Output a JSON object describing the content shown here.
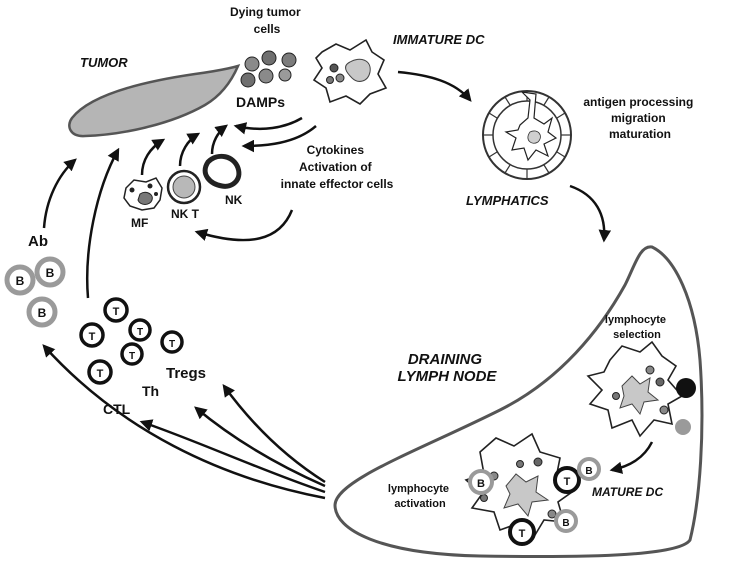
{
  "labels": {
    "tumor": "TUMOR",
    "dying_tumor_cells_1": "Dying tumor",
    "dying_tumor_cells_2": "cells",
    "damps": "DAMPs",
    "immature_dc": "IMMATURE DC",
    "antigen_processing": "antigen processing",
    "migration": "migration",
    "maturation": "maturation",
    "cytokines": "Cytokines",
    "activation_of": "Activation of",
    "innate_effector_cells": "innate effector cells",
    "lymphatics": "LYMPHATICS",
    "mf": "MF",
    "nk_t": "NK T",
    "nk": "NK",
    "ab": "Ab",
    "b_cell": "B",
    "t_cell": "T",
    "tregs": "Tregs",
    "th": "Th",
    "ctl": "CTL",
    "draining_lymph_node_1": "DRAINING",
    "draining_lymph_node_2": "LYMPH NODE",
    "lymphocyte_selection_1": "lymphocyte",
    "lymphocyte_selection_2": "selection",
    "lymphocyte_activation_1": "lymphocyte",
    "lymphocyte_activation_2": "activation",
    "mature_dc": "MATURE DC"
  },
  "colors": {
    "ink": "#111111",
    "tumor_fill": "#b5b5b5",
    "dc_fill": "#d0d0d0",
    "grey_cell": "#9a9a9a",
    "lymph_node_stroke": "#555555"
  }
}
